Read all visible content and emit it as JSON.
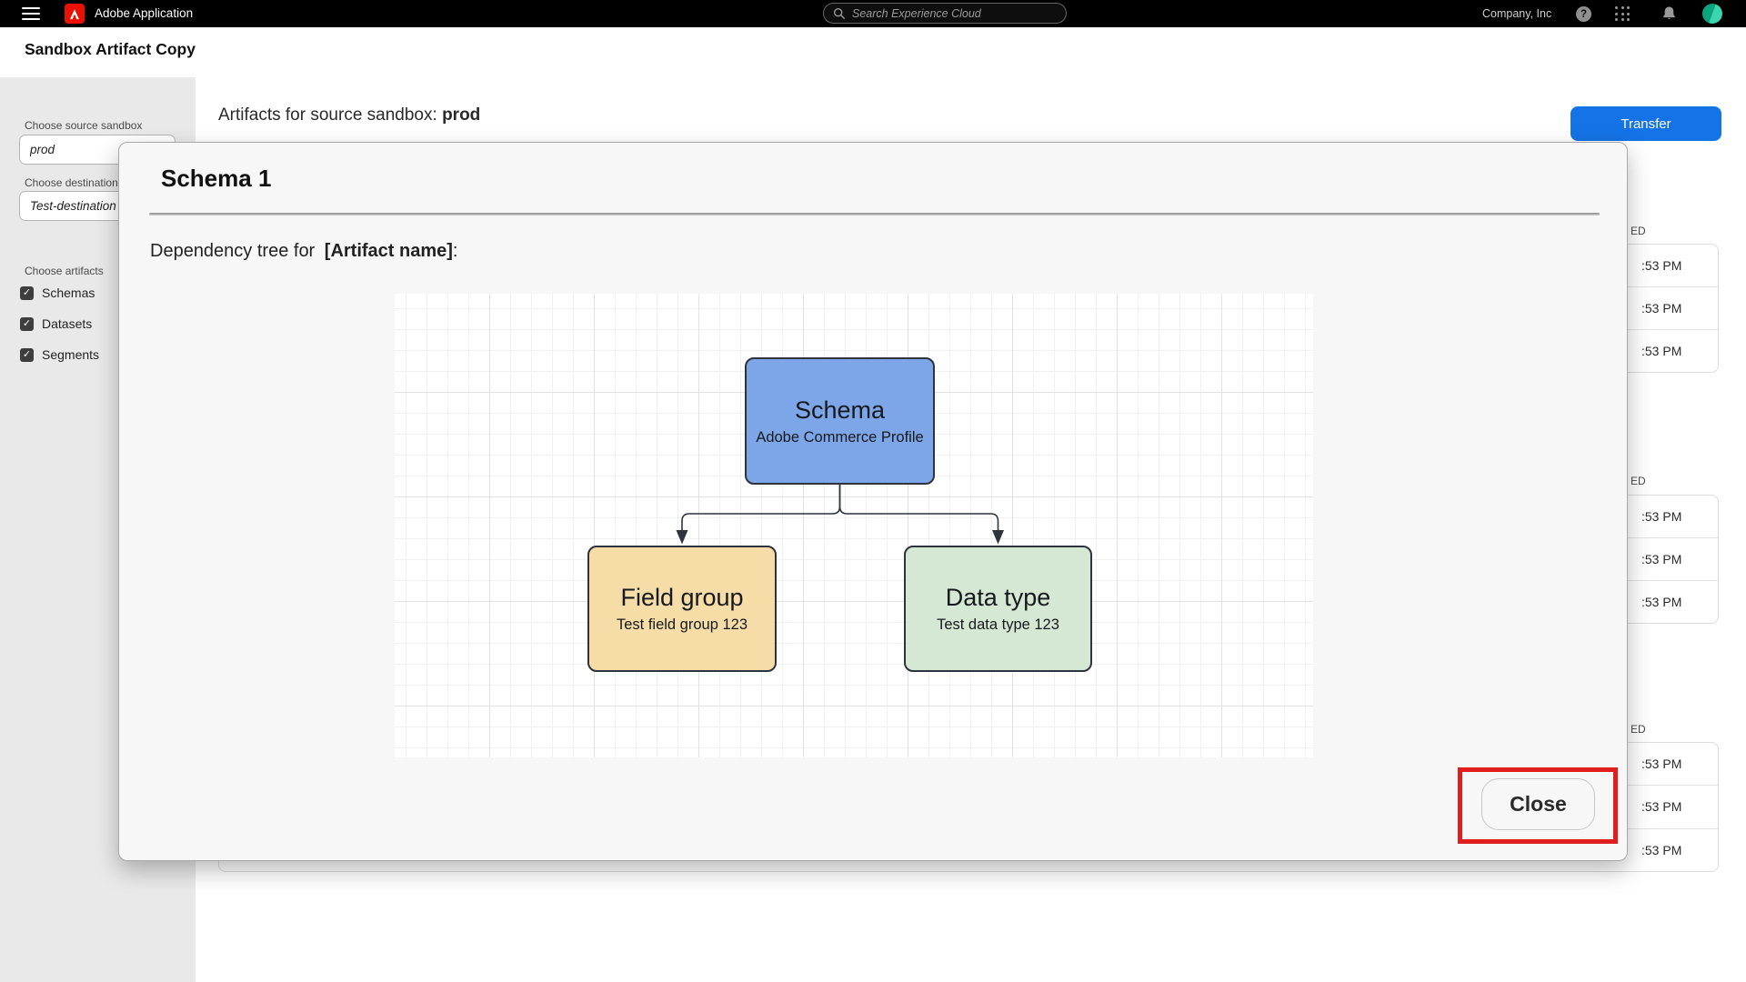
{
  "topbar": {
    "app_name": "Adobe Application",
    "search_placeholder": "Search Experience Cloud",
    "company_name": "Company, Inc"
  },
  "page": {
    "title": "Sandbox Artifact Copy"
  },
  "sidebar": {
    "source_label": "Choose source sandbox",
    "source_value": "prod",
    "destination_label": "Choose destination sandbox",
    "destination_value": "Test-destination",
    "artifacts_label": "Choose artifacts",
    "artifact_options": [
      {
        "label": "Schemas",
        "checked": true
      },
      {
        "label": "Datasets",
        "checked": true
      },
      {
        "label": "Segments",
        "checked": true
      }
    ]
  },
  "main": {
    "heading_prefix": "Artifacts for source sandbox: ",
    "heading_sandbox": "prod",
    "transfer_label": "Transfer",
    "tables": {
      "column_header_fragment": "ED",
      "groups": [
        {
          "rows": [
            ":53 PM",
            ":53 PM",
            ":53 PM"
          ]
        },
        {
          "rows": [
            ":53 PM",
            ":53 PM",
            ":53 PM"
          ]
        },
        {
          "rows": [
            ":53 PM",
            ":53 PM",
            ":53 PM"
          ]
        }
      ]
    }
  },
  "modal": {
    "title": "Schema 1",
    "dependency_prefix": "Dependency tree for ",
    "dependency_artifact": "[Artifact name]",
    "dependency_suffix": ":",
    "close_label": "Close",
    "diagram": {
      "nodes": [
        {
          "title": "Schema",
          "subtitle": "Adobe Commerce Profile",
          "fill": "#7DA6E8"
        },
        {
          "title": "Field group",
          "subtitle": "Test field group 123",
          "fill": "#F6DCA6"
        },
        {
          "title": "Data type",
          "subtitle": "Test data type 123",
          "fill": "#D5E8D4"
        }
      ]
    }
  },
  "icons": {
    "hamburger_menu": "hamburger-menu-icon",
    "search": "search-icon",
    "help_glyph": "?",
    "app_switcher": "app-switcher-grid-icon",
    "notifications": "bell-icon",
    "avatar": "user-avatar",
    "checkbox_glyph": "✓"
  },
  "colors": {
    "topbar_bg": "#000000",
    "adobe_red": "#EB1000",
    "accent_blue": "#1473E6",
    "annotation_red": "#E01E1E",
    "sidebar_bg": "#E9E9E9",
    "modal_bg": "#F7F7F7",
    "node_border": "#2D343D",
    "avatar_green_dark": "#0BA47D",
    "avatar_green_light": "#3BD6AE"
  }
}
